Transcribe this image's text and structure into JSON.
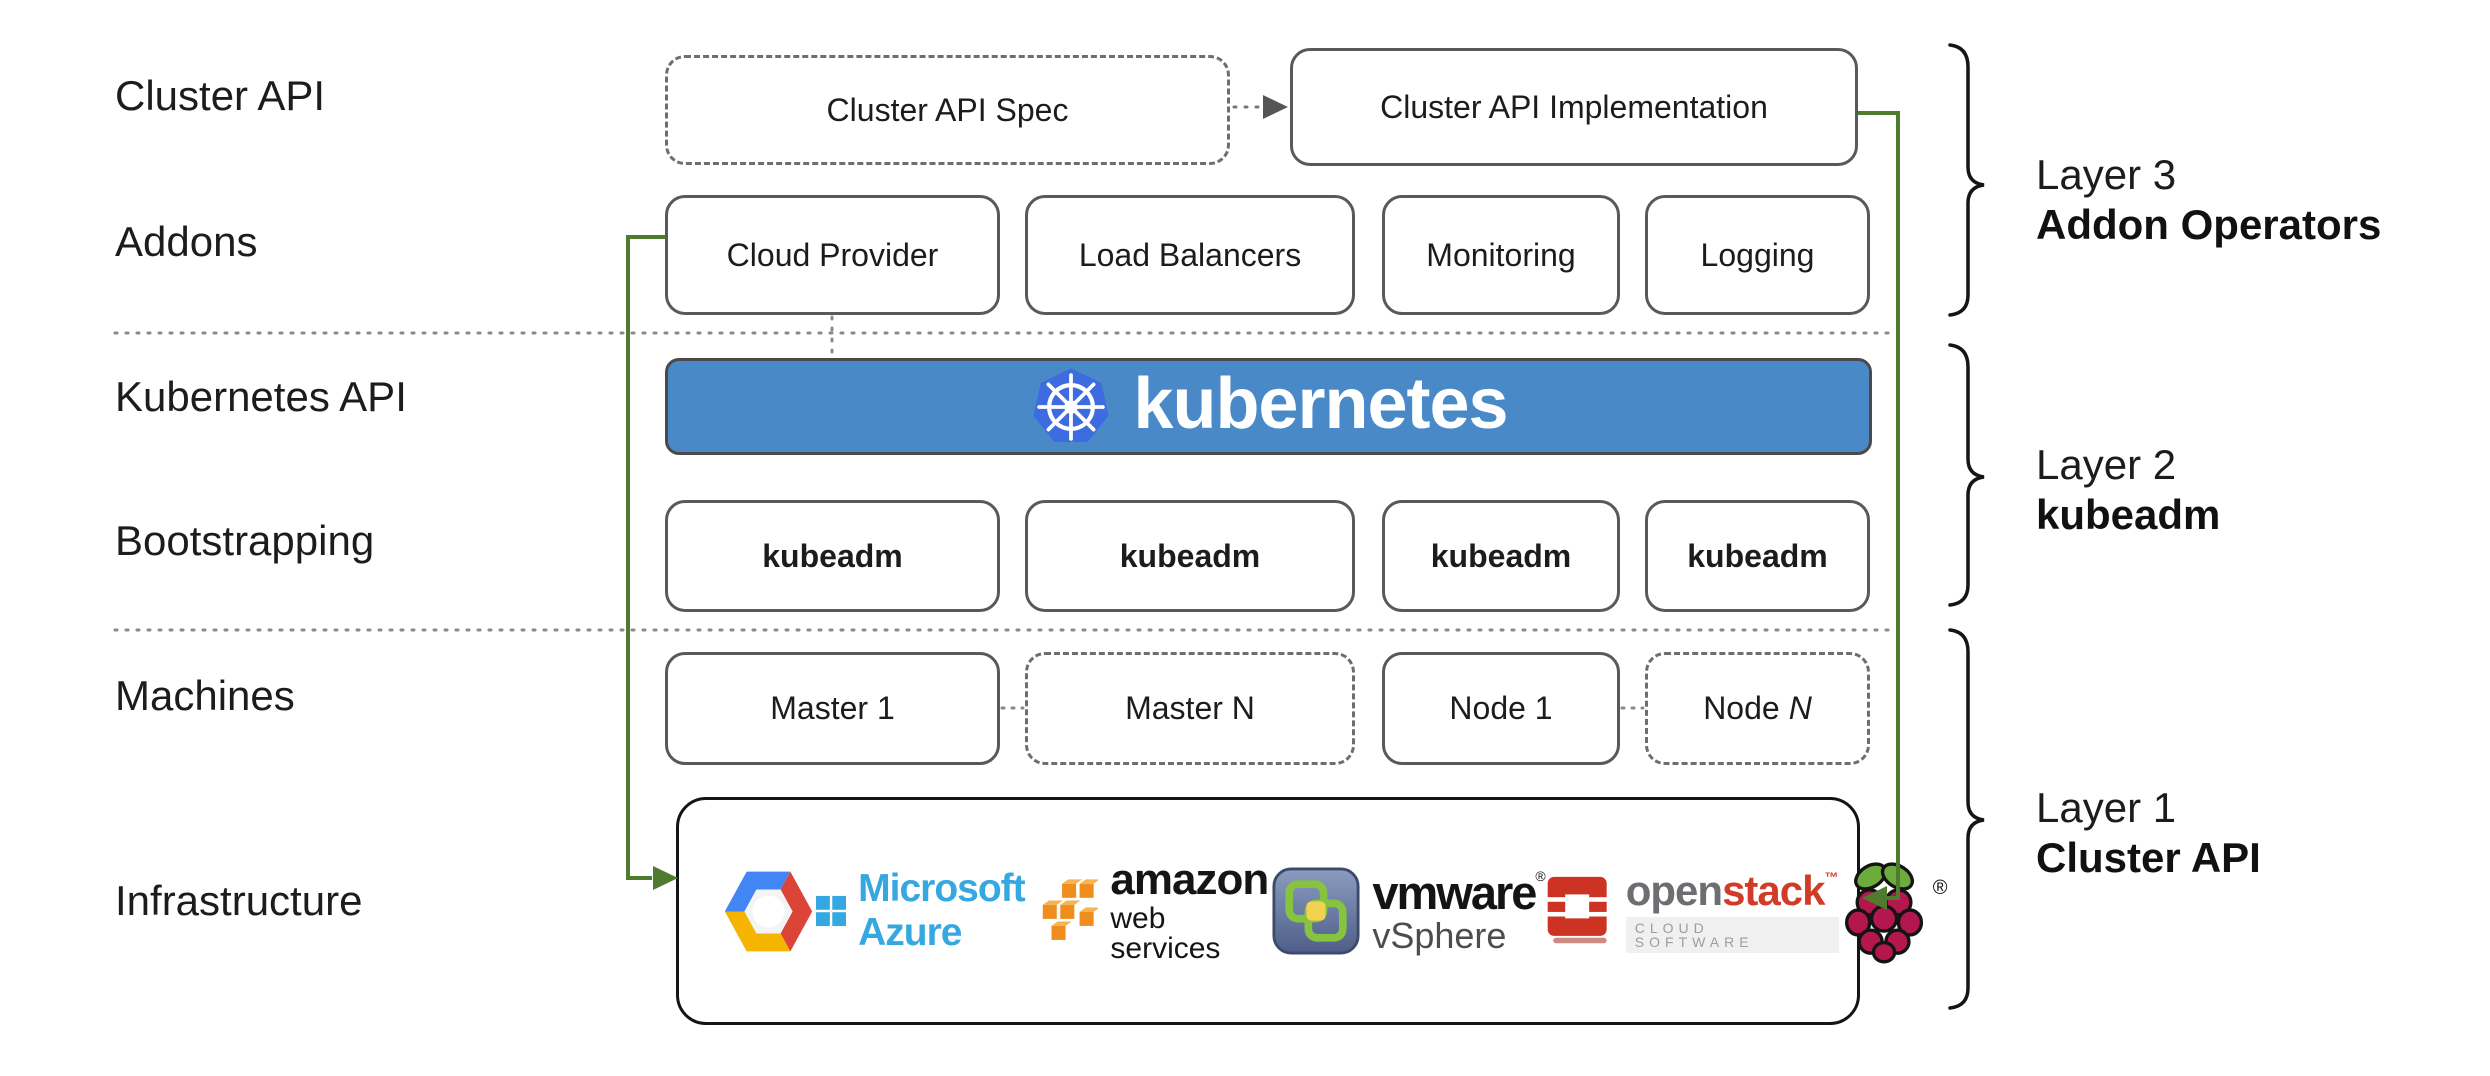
{
  "row_labels": {
    "cluster_api": "Cluster API",
    "addons": "Addons",
    "kubernetes_api": "Kubernetes API",
    "bootstrapping": "Bootstrapping",
    "machines": "Machines",
    "infrastructure": "Infrastructure"
  },
  "cluster_api_row": {
    "spec_label": "Cluster API Spec",
    "implementation_label": "Cluster API Implementation"
  },
  "addons_row": {
    "boxes": [
      "Cloud Provider",
      "Load Balancers",
      "Monitoring",
      "Logging"
    ]
  },
  "kubernetes_banner": {
    "label": "kubernetes"
  },
  "bootstrapping_row": {
    "boxes": [
      "kubeadm",
      "kubeadm",
      "kubeadm",
      "kubeadm"
    ]
  },
  "machines_row": {
    "boxes": [
      {
        "label": "Master 1",
        "style": "solid"
      },
      {
        "label": "Master N",
        "style": "dashed"
      },
      {
        "label": "Node 1",
        "style": "solid"
      },
      {
        "label": "Node",
        "suffix": "N",
        "style": "dashed"
      }
    ]
  },
  "infrastructure_box": {
    "providers": [
      {
        "name": "Google Cloud Platform"
      },
      {
        "name": "Microsoft Azure",
        "text": "Microsoft Azure"
      },
      {
        "name": "Amazon Web Services",
        "line1": "amazon",
        "line2": "web services"
      },
      {
        "name": "VMware vSphere",
        "line1": "vmware",
        "registered": "®",
        "line2": "vSphere"
      },
      {
        "name": "OpenStack",
        "part1": "open",
        "part2": "stack",
        "tm": "™",
        "subtitle": "CLOUD SOFTWARE"
      },
      {
        "name": "Raspberry Pi",
        "registered": "®"
      }
    ]
  },
  "layer_annotations": [
    {
      "line1": "Layer 3",
      "line2": "Addon Operators"
    },
    {
      "line1": "Layer 2",
      "line2": "kubeadm"
    },
    {
      "line1": "Layer 1",
      "line2": "Cluster API"
    }
  ],
  "colors": {
    "banner_blue": "#4a89c8",
    "k8s_heptagon_blue": "#3d6be0",
    "connector_green": "#4e7b2d",
    "box_border_gray": "#58595b",
    "dotted_gray": "#8a8a8a",
    "azure_blue": "#35a8e2",
    "aws_orange": "#ef8e1c",
    "openstack_red": "#d13c28",
    "openstack_gray": "#6d6e71",
    "raspberry_crimson": "#b3174e",
    "leaf_green": "#6cac3d",
    "gcp_blue": "#4285f4",
    "gcp_red": "#db4437",
    "gcp_yellow": "#f4b400"
  }
}
